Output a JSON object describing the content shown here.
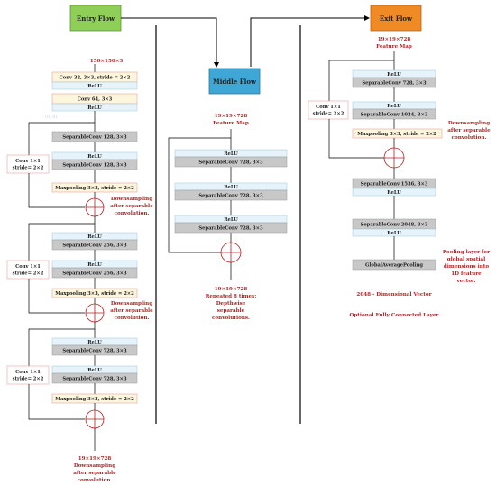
{
  "colors": {
    "entry": "#8fce57",
    "middle": "#3fa7d6",
    "exit": "#f08a24",
    "gray": "#c8c8c8",
    "cream": "#fdf5dc",
    "pink_border": "#e8a0a0",
    "blue_strip": "#e6f3fa",
    "line": "#000000",
    "red_text": "#b32121"
  },
  "flows": {
    "entry": "Entry Flow",
    "middle": "Middle Flow",
    "exit": "Exit Flow"
  },
  "entry": {
    "input": "150×150×3",
    "conv1": "Conv 32, 3×3, stride = 2×2",
    "relu1": "ReLU",
    "conv2": "Conv 64, 3×3",
    "relu2": "ReLU",
    "faint": "(0, 0)",
    "b1_sep1": "SeparableConv 128, 3×3",
    "b1_relu": "ReLU",
    "b1_sep2": "SeparableConv 128, 3×3",
    "b1_pool": "Maxpooling 3×3, stride = 2×2",
    "b1_conv_a": "Conv 1×1",
    "b1_conv_b": "stride= 2×2",
    "b1_note": [
      "Downsampling",
      "after separable",
      "convolution."
    ],
    "b2_relu1": "ReLU",
    "b2_sep1": "SeparableConv 256, 3×3",
    "b2_relu2": "ReLU",
    "b2_sep2": "SeparableConv 256, 3×3",
    "b2_pool": "Maxpooling 3×3, stride = 2×2",
    "b2_conv_a": "Conv 1×1",
    "b2_conv_b": "stride= 2×2",
    "b2_note": [
      "Downsampling",
      "after separable",
      "convolution."
    ],
    "b3_relu1": "ReLU",
    "b3_sep1": "SeparableConv 728, 3×3",
    "b3_relu2": "ReLU",
    "b3_sep2": "SeparableConv 728, 3×3",
    "b3_pool": "Maxpooling 3×3, stride = 2×2",
    "b3_conv_a": "Conv 1×1",
    "b3_conv_b": "stride= 2×2",
    "out": [
      "19×19×728",
      "Downsampling",
      "after separable",
      "convolution."
    ]
  },
  "middle": {
    "input": [
      "19×19×728",
      "Feature Map"
    ],
    "relu1": "ReLU",
    "sep1": "SeparableConv 728, 3×3",
    "relu2": "ReLU",
    "sep2": "SeparableConv 728, 3×3",
    "relu3": "ReLU",
    "sep3": "SeparableConv 728, 3×3",
    "note": [
      "19×19×728",
      "Repeated 8 times:",
      "Depthwise",
      "separable",
      "convolutions."
    ]
  },
  "exit": {
    "input": [
      "19×19×728",
      "Feature Map"
    ],
    "relu1": "ReLU",
    "sep1": "SeparableConv 728, 3×3",
    "relu2": "ReLU",
    "sep2": "SeparableConv 1024, 3×3",
    "pool": "Maxpooling 3×3, stride = 2×2",
    "conv_a": "Conv 1×1",
    "conv_b": "stride= 2×2",
    "down_note": [
      "Downsampling",
      "after separable",
      "convolution."
    ],
    "sep3": "SeparableConv 1536, 3×3",
    "relu3": "ReLU",
    "sep4": "SeparableConv 2048, 3×3",
    "relu4": "ReLU",
    "gap": "GlobalAveragePooling",
    "gap_note": [
      "Pooling layer for",
      "global spatial",
      "dimensions into",
      "1D feature",
      "vector."
    ],
    "vector": "2048 - Dimensional Vector",
    "fc": "Optional Fully Connected Layer"
  }
}
